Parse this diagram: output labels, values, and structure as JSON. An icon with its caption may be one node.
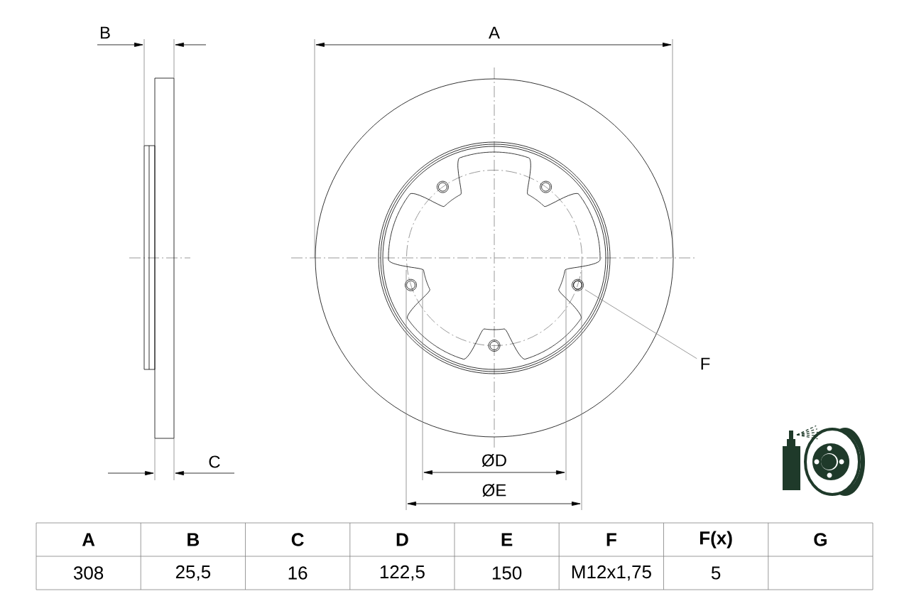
{
  "diagram": {
    "nodes": [
      {
        "text": [
          "F"
        ]
      },
      {
        "text": [],
        "shape": "circle"
      }
    ],
    "edges": [
      {
        "from": 0,
        "to": 1,
        "arrow": "none"
      }
    ],
    "labels": [
      "B",
      "A",
      "C",
      "ØD",
      "ØE",
      "A",
      "B",
      "C",
      "D",
      "E",
      "F",
      "F(x)",
      "G",
      "308",
      "25,5",
      "16",
      "122,5",
      "150",
      "M12x1,75",
      "5"
    ]
  }
}
